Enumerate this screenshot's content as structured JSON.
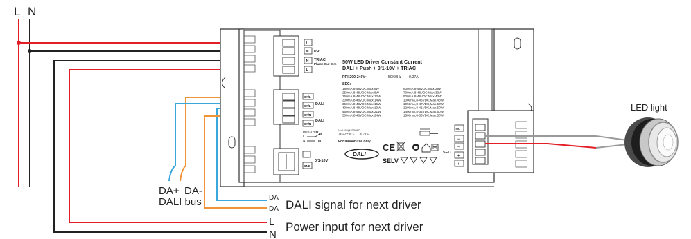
{
  "terminals": {
    "L": "L",
    "N": "N"
  },
  "driver": {
    "title_line1": "50W LED Driver Constant Current",
    "title_line2": "DALI + Push + 0/1-10V + TRIAC",
    "pri_spec": "PRI:200-240V~",
    "freq_spec": "50/60Hz",
    "current_spec": "0.27A",
    "sec_label": "SEC:",
    "sec_left": [
      "180mA,8-48VDC,Max.8W",
      "250mA,8-48VDC,Max.8W",
      "250mA,8-48VDC,Max.12W",
      "300mA,8-48VDC,Max.14W",
      "350mA,8-48VDC,Max.16W",
      "400mA,8-48VDC,Max.19W",
      "450mA,8-48VDC,Max.21W",
      "500mA,8-48VDC,Max.24W"
    ],
    "sec_right": [
      "600mA,8-48VDC,Max.29W",
      "700mA,8-48VDC,Max.33W",
      "900mA,8-48VDC,Max.43W",
      "1000mA,8-48VDC,Max.48W",
      "1050mA,8-47VDC,Max.50W",
      "1200mA,8-41VDC,Max.50W",
      "1400mA,8-35VDC,Max.50W",
      "1500mA,8-33VDC,Max.50W"
    ],
    "lambda_spec": "λ >0. 93@230VAC",
    "ta_spec": "Ta:-20~+50°C",
    "tc_spec": "Tc: 75°C",
    "indoor": "For indoor use only",
    "selv": "SELV",
    "dali_logo": "DALI",
    "ce": "CE",
    "sec_right_label": "SEC",
    "pri_labels": [
      "L",
      "N",
      "N",
      "L"
    ],
    "pri_text": "PRI",
    "triac_text": "TRIAC",
    "phase_cut_text": "Phase Cut Dim",
    "dali_pins": [
      "DA/L",
      "DA/L",
      "DA/N",
      "DA/N"
    ],
    "dali_text_1": "DALI",
    "dali_text_2": "DALI",
    "push_dim": "PUSH DIM",
    "pd_l": "L",
    "pd_n": "N",
    "dim_pins": [
      "+",
      "GND"
    ],
    "dim_text": "0/1-10V",
    "sec_pins": [
      "NC",
      "−",
      "−",
      "+",
      "+"
    ]
  },
  "labels": {
    "led_light": "LED light",
    "da_plus": "DA+",
    "da_minus": "DA-",
    "dali_bus": "DALI bus",
    "da_1": "DA",
    "da_2": "DA",
    "dali_next": "DALI signal for next driver",
    "l_out": "L",
    "n_out": "N",
    "power_next": "Power input for next driver"
  },
  "colors": {
    "live": "#e41e26",
    "neutral": "#222222",
    "dali_orange": "#f0943a",
    "dali_blue": "#3aa7dd",
    "output_gray": "#9a9a9a"
  }
}
